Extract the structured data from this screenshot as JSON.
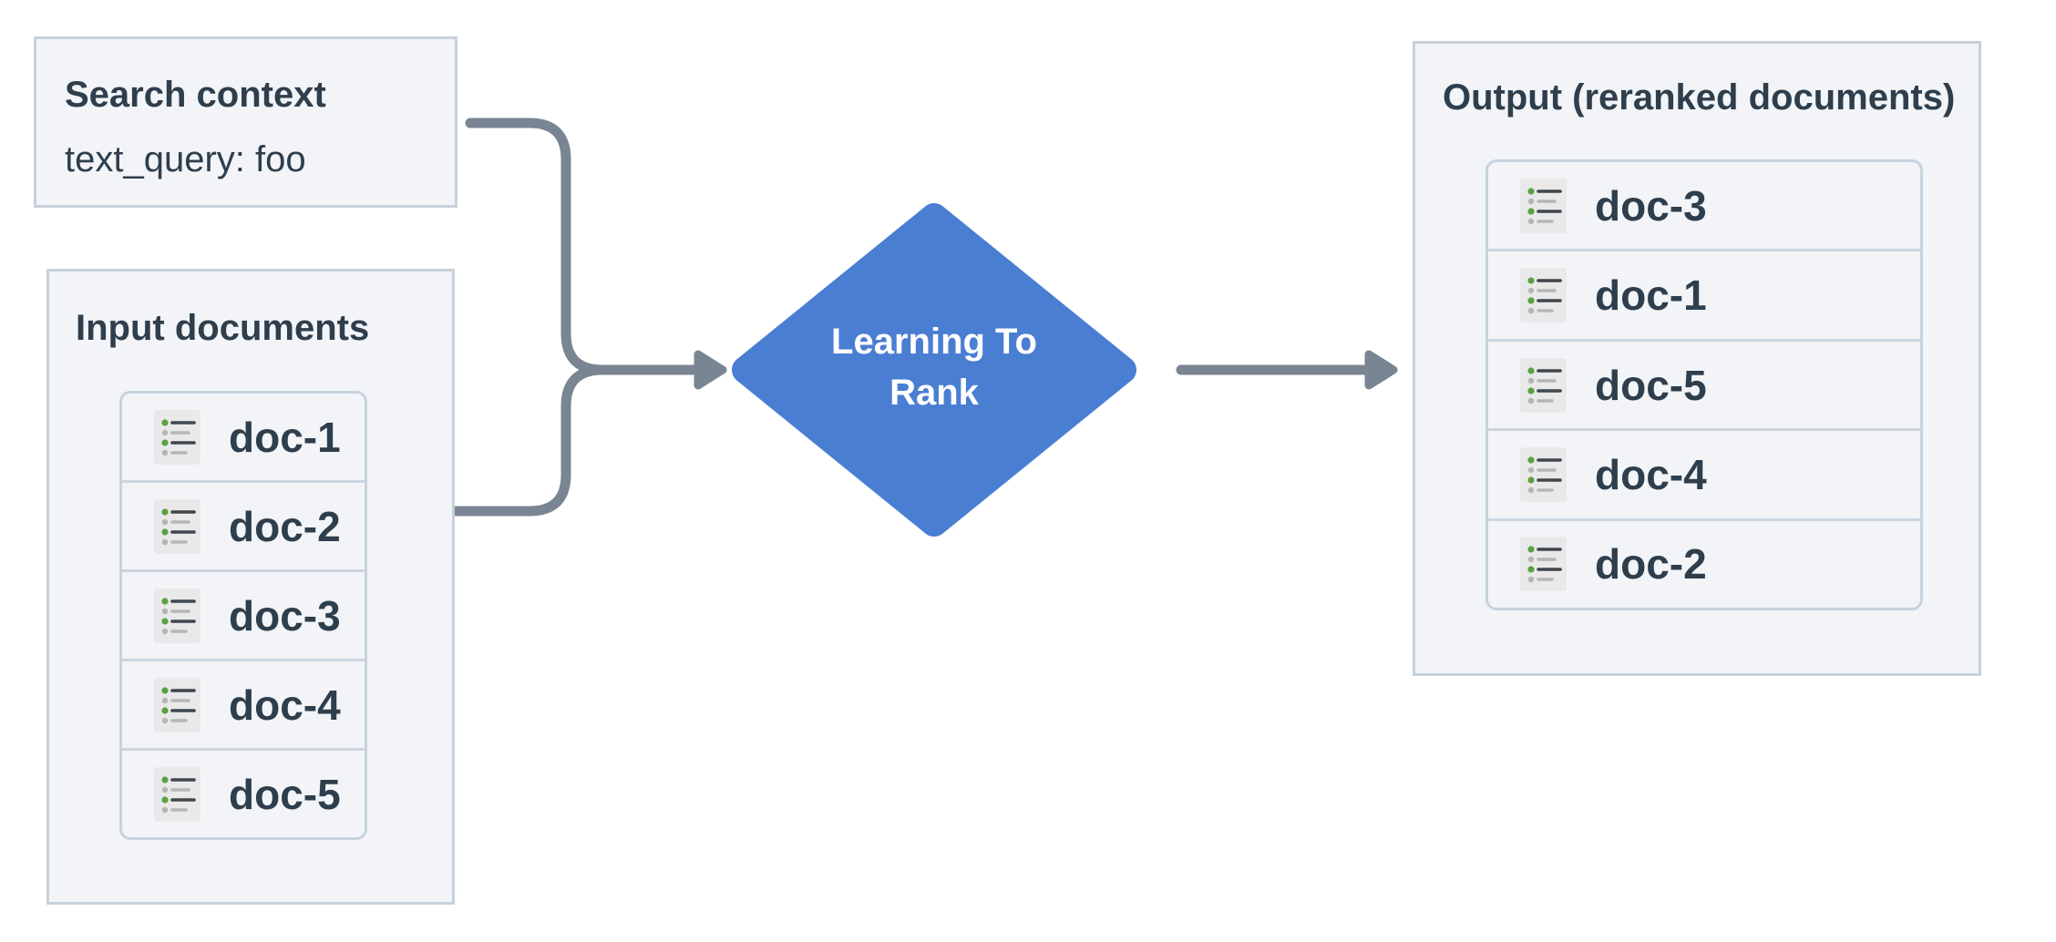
{
  "diagram": {
    "search_context": {
      "title": "Search context",
      "query": "text_query: foo"
    },
    "input_documents": {
      "title": "Input documents",
      "items": [
        "doc-1",
        "doc-2",
        "doc-3",
        "doc-4",
        "doc-5"
      ]
    },
    "ranker": {
      "label_line1": "Learning To",
      "label_line2": "Rank"
    },
    "output_documents": {
      "title": "Output (reranked documents)",
      "items": [
        "doc-3",
        "doc-1",
        "doc-5",
        "doc-4",
        "doc-2"
      ]
    }
  },
  "icons": {
    "document_item": "doc-list-icon"
  },
  "colors": {
    "panel_background": "#f2f4f7",
    "panel_border": "#c6d1db",
    "list_border": "#c6d3de",
    "row_divider": "#ccd6e0",
    "text": "#2e3e4d",
    "diamond_fill": "#4a7ed2",
    "diamond_text": "#ffffff",
    "connector": "#7a8593",
    "icon_background": "#e9e9e9",
    "icon_accent_green": "#5ba042",
    "icon_line_dark": "#3f464c",
    "icon_line_gray": "#b6b6b6"
  }
}
